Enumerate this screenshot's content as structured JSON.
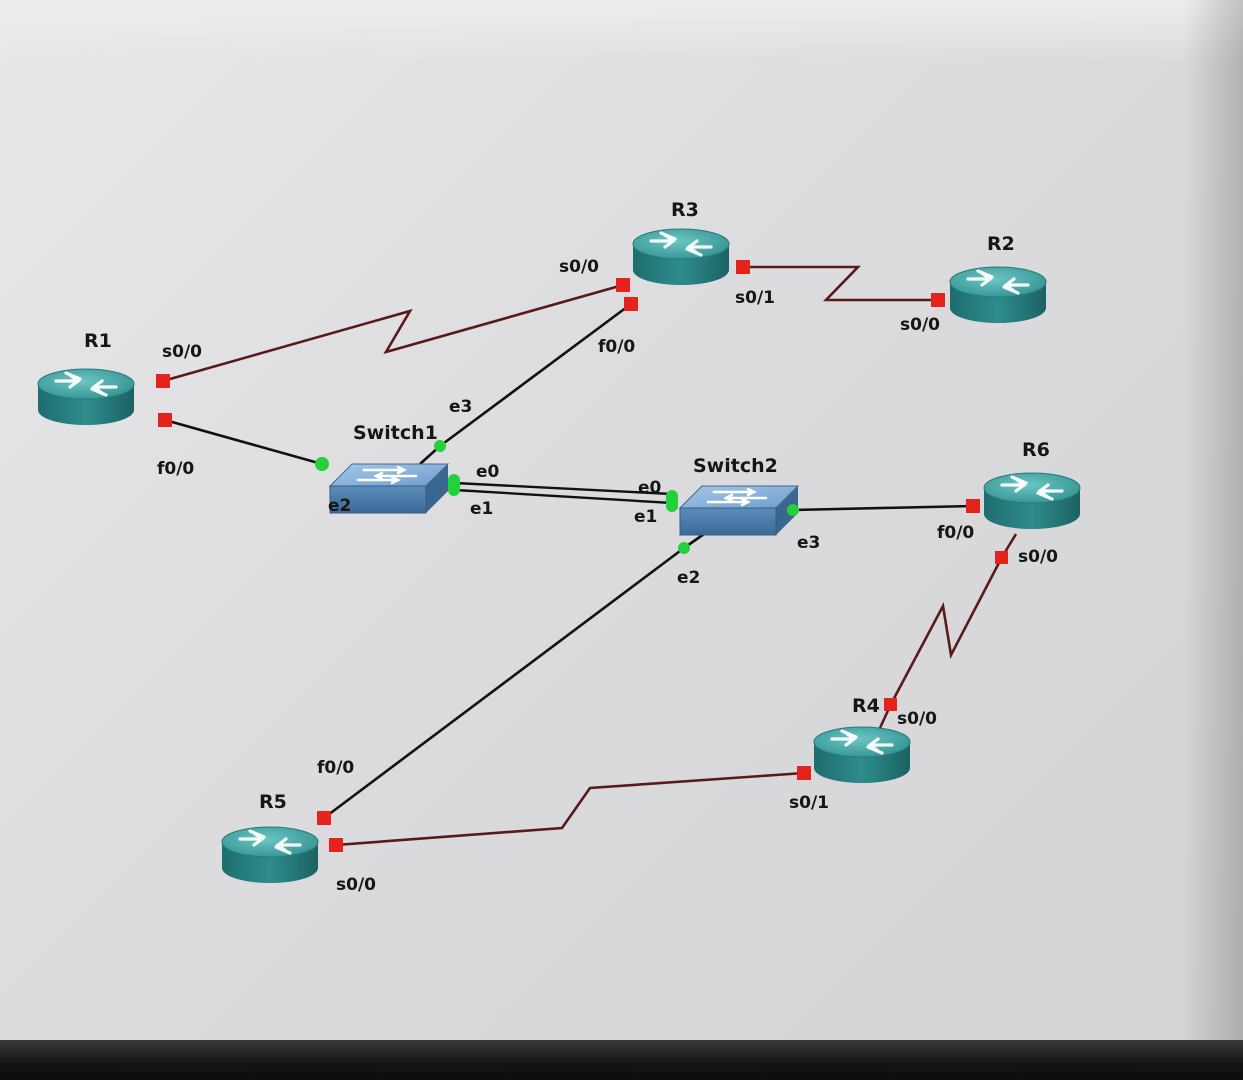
{
  "colors": {
    "router_body": "#2e8c8c",
    "router_top": "#4fb3b1",
    "switch_body": "#4d7fae",
    "switch_top": "#88b2d9",
    "serial_link": "#5a1a1a",
    "ethernet_link": "#111111",
    "serial_port": "#e3231c",
    "ethernet_port": "#23d13a",
    "canvas": "#dcdcde"
  },
  "nodes": {
    "r1": {
      "label": "R1",
      "icon": "router-icon"
    },
    "r2": {
      "label": "R2",
      "icon": "router-icon"
    },
    "r3": {
      "label": "R3",
      "icon": "router-icon"
    },
    "r4": {
      "label": "R4",
      "icon": "router-icon"
    },
    "r5": {
      "label": "R5",
      "icon": "router-icon"
    },
    "r6": {
      "label": "R6",
      "icon": "router-icon"
    },
    "switch1": {
      "label": "Switch1",
      "icon": "ethernet-switch-icon"
    },
    "switch2": {
      "label": "Switch2",
      "icon": "ethernet-switch-icon"
    }
  },
  "ports": {
    "r1_s00": "s0/0",
    "r1_f00": "f0/0",
    "r3_s00": "s0/0",
    "r3_s01": "s0/1",
    "r3_f00": "f0/0",
    "r2_s00": "s0/0",
    "sw1_e3": "e3",
    "sw1_e2": "e2",
    "sw1_e0": "e0",
    "sw1_e1": "e1",
    "sw2_e0": "e0",
    "sw2_e1": "e1",
    "sw2_e2": "e2",
    "sw2_e3": "e3",
    "r6_f00": "f0/0",
    "r6_s00": "s0/0",
    "r4_s00": "s0/0",
    "r4_s01": "s0/1",
    "r5_f00": "f0/0",
    "r5_s00": "s0/0"
  },
  "links": [
    {
      "from": "R1 s0/0",
      "to": "R3 s0/0",
      "type": "serial"
    },
    {
      "from": "R3 s0/1",
      "to": "R2 s0/0",
      "type": "serial"
    },
    {
      "from": "R3 f0/0",
      "to": "Switch1 e3",
      "type": "ethernet"
    },
    {
      "from": "R1 f0/0",
      "to": "Switch1 e2",
      "type": "ethernet"
    },
    {
      "from": "Switch1 e0",
      "to": "Switch2 e0",
      "type": "ethernet"
    },
    {
      "from": "Switch1 e1",
      "to": "Switch2 e1",
      "type": "ethernet"
    },
    {
      "from": "Switch2 e3",
      "to": "R6 f0/0",
      "type": "ethernet"
    },
    {
      "from": "Switch2 e2",
      "to": "R5 f0/0",
      "type": "ethernet"
    },
    {
      "from": "R6 s0/0",
      "to": "R4 s0/0",
      "type": "serial"
    },
    {
      "from": "R4 s0/1",
      "to": "R5 s0/0",
      "type": "serial"
    }
  ]
}
